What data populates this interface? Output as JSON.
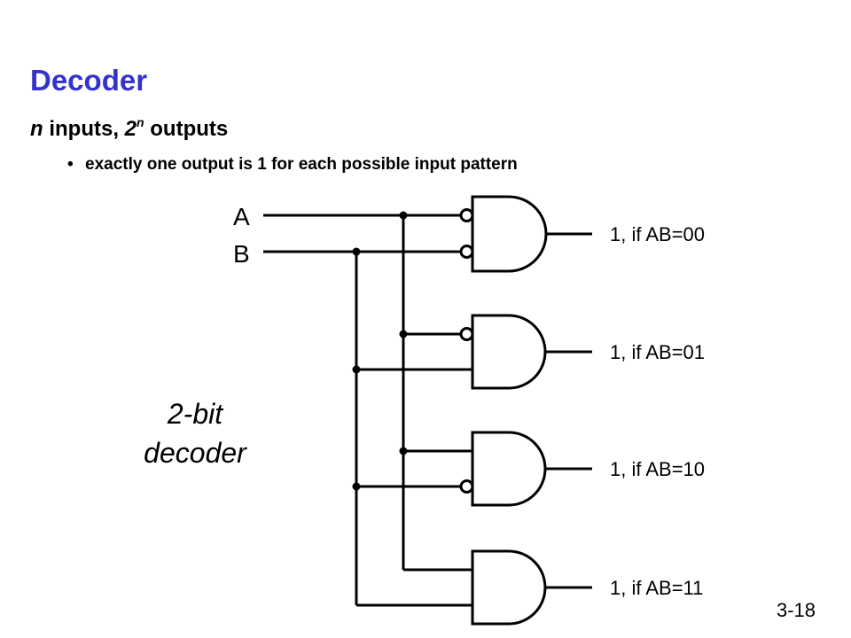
{
  "title": "Decoder",
  "subtitle": {
    "n": "n",
    "text1": " inputs, ",
    "two": "2",
    "sup": "n",
    "text2": " outputs"
  },
  "bullet": "exactly one output is 1 for each possible input pattern",
  "inputs": {
    "a": "A",
    "b": "B"
  },
  "outputs": [
    "1, if AB=00",
    "1, if AB=01",
    "1, if AB=10",
    "1, if AB=11"
  ],
  "decoder_label": [
    "2-bit",
    "decoder"
  ],
  "page_number": "3-18"
}
